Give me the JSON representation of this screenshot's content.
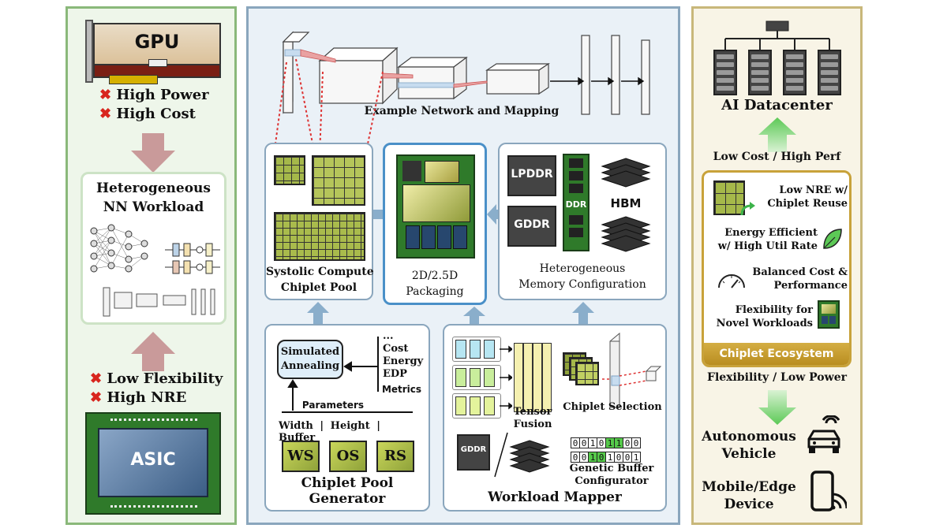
{
  "left": {
    "gpu_label": "GPU",
    "gpu_cons": [
      "High Power",
      "High Cost"
    ],
    "workload_title": [
      "Heterogeneous",
      "NN Workload"
    ],
    "asic_cons": [
      "Low Flexibility",
      "High NRE"
    ],
    "asic_label": "ASIC"
  },
  "middle": {
    "network_caption": "Example Network and Mapping",
    "chiplet_pool_caption": [
      "Systolic Compute",
      "Chiplet Pool"
    ],
    "packaging_caption": [
      "2D/2.5D",
      "Packaging"
    ],
    "memory_labels": {
      "lpddr": "LPDDR",
      "gddr": "GDDR",
      "ddr": "DDR",
      "hbm": "HBM"
    },
    "memory_caption": [
      "Heterogeneous",
      "Memory Configuration"
    ],
    "generator": {
      "sa_label": [
        "Simulated",
        "Annealing"
      ],
      "metrics_list": [
        "...",
        "Cost",
        "Energy",
        "EDP"
      ],
      "metrics_label": "Metrics",
      "parameters_label": "Parameters",
      "param_names": [
        "Width",
        "Height",
        "Buffer"
      ],
      "dataflows": [
        "WS",
        "OS",
        "RS"
      ],
      "title": [
        "Chiplet Pool",
        "Generator"
      ]
    },
    "mapper": {
      "tensor_fusion": [
        "Tensor",
        "Fusion"
      ],
      "chiplet_selection": "Chiplet Selection",
      "gddr_label": "GDDR",
      "bits_row1": [
        "0",
        "0",
        "1",
        "0",
        "1",
        "1",
        "0",
        "0"
      ],
      "bits_row2": [
        "0",
        "0",
        "1",
        "0",
        "1",
        "0",
        "0",
        "1"
      ],
      "bits_row1_on": [
        false,
        false,
        false,
        false,
        true,
        true,
        false,
        false
      ],
      "bits_row2_on": [
        false,
        false,
        true,
        true,
        false,
        false,
        false,
        false
      ],
      "genetic_caption": [
        "Genetic Buffer",
        "Configurator"
      ],
      "title": "Workload Mapper"
    }
  },
  "right": {
    "datacenter": "AI Datacenter",
    "low_cost": "Low Cost / High Perf",
    "benefits": [
      [
        "Low NRE w/",
        "Chiplet Reuse"
      ],
      [
        "Energy Efficient",
        "w/ High Util Rate"
      ],
      [
        "Balanced Cost &",
        "Performance"
      ],
      [
        "Flexibility for",
        "Novel Workloads"
      ]
    ],
    "ecosystem": "Chiplet Ecosystem",
    "flex_low_power": "Flexibility / Low Power",
    "vehicle": [
      "Autonomous",
      "Vehicle"
    ],
    "mobile": [
      "Mobile/Edge",
      "Device"
    ]
  },
  "colors": {
    "left_border": "#8ab87a",
    "left_bg": "#eef6ea",
    "mid_border": "#8aa6bd",
    "mid_bg": "#eaf1f7",
    "right_border": "#c8b77a",
    "right_bg": "#f8f4e6",
    "ecosystem_gold": "#c8a23a",
    "red_x": "#d8261e",
    "green_arrow": "#6fd06a",
    "blue_arrow": "#8aaecb",
    "pink_arrow": "#c99a9a"
  }
}
